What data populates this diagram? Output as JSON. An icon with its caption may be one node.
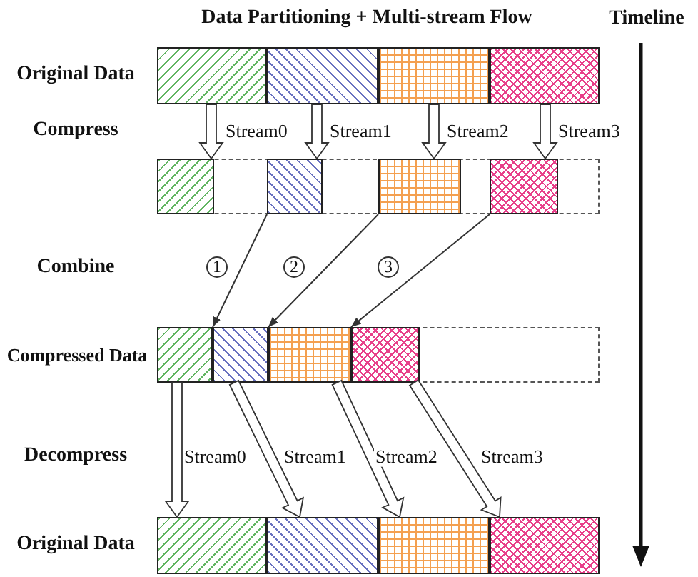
{
  "diagram": {
    "title": "Data Partitioning + Multi-stream Flow",
    "nodes": [
      {
        "text": [],
        "shape": "box"
      },
      {
        "text": [],
        "shape": "box"
      },
      {
        "text": [],
        "shape": "box"
      },
      {
        "text": [],
        "shape": "box"
      },
      {
        "text": [],
        "shape": "box"
      },
      {
        "text": [],
        "shape": "box",
        "in": 4
      },
      {
        "text": [],
        "shape": "box",
        "in": 4
      },
      {
        "text": [],
        "shape": "box",
        "in": 4
      },
      {
        "text": [],
        "shape": "box",
        "in": 4
      },
      {
        "text": [],
        "shape": "box"
      },
      {
        "text": [],
        "shape": "box",
        "in": 9
      },
      {
        "text": [],
        "shape": "box",
        "in": 9
      },
      {
        "text": [],
        "shape": "box",
        "in": 9
      },
      {
        "text": [],
        "shape": "box",
        "in": 9
      },
      {
        "text": [],
        "shape": "box"
      },
      {
        "text": [],
        "shape": "box"
      },
      {
        "text": [],
        "shape": "box"
      },
      {
        "text": [],
        "shape": "box"
      }
    ],
    "edges": [
      {
        "from": 0,
        "to": 5,
        "arrow": "to",
        "label": "Stream0",
        "style": "thick"
      },
      {
        "from": 1,
        "to": 6,
        "arrow": "to",
        "label": "Stream1",
        "style": "thick"
      },
      {
        "from": 2,
        "to": 7,
        "arrow": "to",
        "label": "Stream2",
        "style": "thick"
      },
      {
        "from": 3,
        "to": 8,
        "arrow": "to",
        "label": "Stream3",
        "style": "thick"
      },
      {
        "from": 6,
        "to": 11,
        "arrow": "to",
        "label": "1"
      },
      {
        "from": 7,
        "to": 12,
        "arrow": "to",
        "label": "2"
      },
      {
        "from": 8,
        "to": 13,
        "arrow": "to",
        "label": "3"
      },
      {
        "from": 10,
        "to": 14,
        "arrow": "to",
        "label": "Stream0",
        "style": "thick"
      },
      {
        "from": 11,
        "to": 15,
        "arrow": "to",
        "label": "Stream1",
        "style": "thick"
      },
      {
        "from": 12,
        "to": 16,
        "arrow": "to",
        "label": "Stream2",
        "style": "thick"
      },
      {
        "from": 13,
        "to": 17,
        "arrow": "to",
        "label": "Stream3",
        "style": "thick"
      }
    ],
    "labels": [
      "Timeline",
      "Original Data",
      "Compress",
      "Combine",
      "Compressed Data",
      "Decompress",
      "Original Data"
    ]
  }
}
